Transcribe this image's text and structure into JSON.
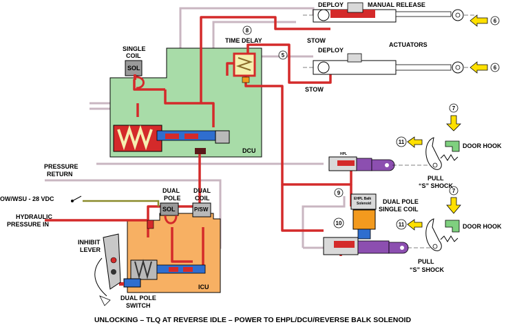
{
  "diagram": {
    "title": "UNLOCKING – TLQ AT REVERSE IDLE – POWER TO EHPL/DCU/REVERSE BALK SOLENOID",
    "labels": {
      "deploy_top": "DEPLOY",
      "manual_release": "MANUAL RELEASE",
      "stow_top": "STOW",
      "deploy_mid": "DEPLOY",
      "actuators": "ACTUATORS",
      "stow_mid": "STOW",
      "single_coil_line1": "SINGLE",
      "single_coil_line2": "COIL",
      "sol_dcu": "SOL",
      "time_delay": "TIME DELAY",
      "dcu": "DCU",
      "door_hook_top": "DOOR HOOK",
      "door_hook_bottom": "DOOR HOOK",
      "pull_shock_top_1": "PULL",
      "pull_shock_top_2": "“S” SHOCK",
      "pull_shock_bottom_1": "PULL",
      "pull_shock_bottom_2": "“S” SHOCK",
      "hpl": "HPL",
      "pressure": "PRESSURE",
      "return": "RETURN",
      "ow_wsu": "OW/WSU - 28 VDC",
      "dual_pole_line1": "DUAL",
      "dual_pole_line2": "POLE",
      "dual_coil_line1": "DUAL",
      "dual_coil_line2": "COIL",
      "sol_icu": "SOL",
      "psw": "P/SW",
      "hydraulic_line1": "HYDRAULIC",
      "hydraulic_line2": "PRESSURE IN",
      "inhibit_line1": "INHIBIT",
      "inhibit_line2": "LEVER",
      "icu": "ICU",
      "dual_pole_switch_line1": "DUAL POLE",
      "dual_pole_switch_line2": "SWITCH",
      "ehpl_balk_line1": "EHPL Balk",
      "ehpl_balk_line2": "Solenoid",
      "dual_pole_single_coil_line1": "DUAL POLE",
      "dual_pole_single_coil_line2": "SINGLE COIL"
    },
    "callouts": {
      "c8": "8",
      "c5": "5",
      "c6_top": "6",
      "c6_mid": "6",
      "c7_top": "7",
      "c7_bottom": "7",
      "c11_top": "11",
      "c11_bottom": "11",
      "c9": "9",
      "c10": "10"
    },
    "colors": {
      "hydraulic_pressure": "#d42a2a",
      "return_line": "#c9b6c1",
      "dcu_body": "#a8dca8",
      "icu_body": "#f7b063",
      "solenoid_gray": "#9a9a9a",
      "spool_blue": "#2f6ecf",
      "piston_purple": "#8c4fb0",
      "arrow_yellow": "#ffe000",
      "hook_green": "#7fd07f",
      "ehpl_orange": "#f39a1e",
      "wire_olive": "#8a8a2a"
    }
  }
}
